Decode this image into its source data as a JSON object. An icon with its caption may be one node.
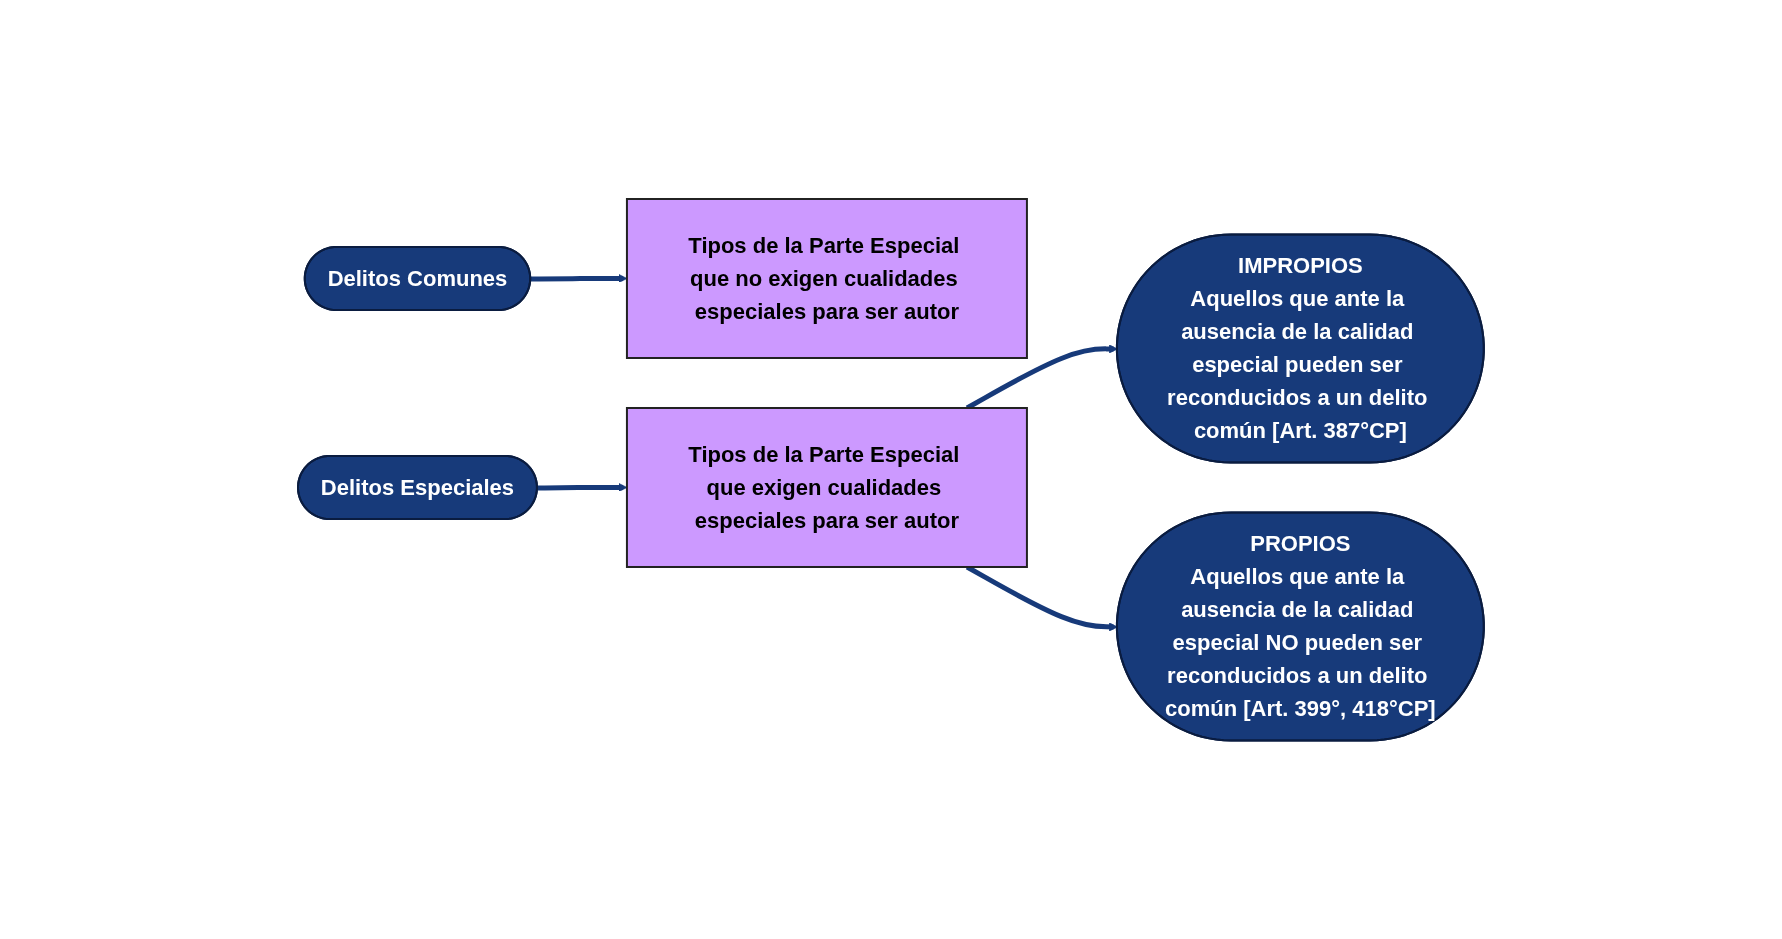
{
  "diagram": {
    "nodes": [
      {
        "text": [
          "Delitos Comunes"
        ]
      },
      {
        "text": [
          "Tipos de la Parte Especial que no exigen cualidades especiales para ser autor"
        ]
      },
      {
        "text": [
          "IMPROPIOS",
          "Aquellos que ante la ausencia de la calidad especial pueden ser reconducidos a un delito común [Art. 387°CP]"
        ]
      },
      {
        "text": [
          "Delitos Especiales"
        ]
      },
      {
        "text": [
          "Tipos de la Parte Especial que exigen cualidades especiales para ser autor"
        ]
      },
      {
        "text": [
          "PROPIOS",
          "Aquellos que ante la ausencia de la calidad especial NO pueden ser reconducidos a un delito común [Art. 399°, 418°CP]"
        ]
      }
    ],
    "edges": [
      {
        "from": 0,
        "to": 1,
        "arrow": "to"
      },
      {
        "from": 3,
        "to": 4,
        "arrow": "to"
      },
      {
        "from": 4,
        "to": 2,
        "arrow": "to"
      },
      {
        "from": 4,
        "to": 5,
        "arrow": "to"
      }
    ]
  }
}
